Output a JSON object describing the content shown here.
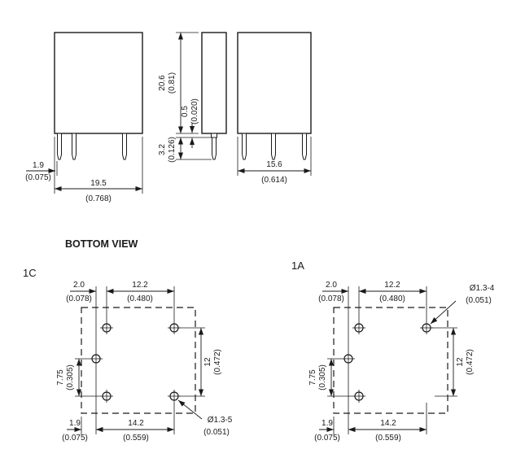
{
  "section_labels": {
    "bottom_view": "BOTTOM VIEW",
    "variant_1c": "1C",
    "variant_1a": "1A"
  },
  "front_view": {
    "pin_offset_mm": "1.9",
    "pin_offset_in": "(0.075)",
    "width_mm": "19.5",
    "width_in": "(0.768)"
  },
  "side_view": {
    "height_mm": "20.6",
    "height_in": "(0.81)",
    "standoff_mm": "0.5",
    "standoff_in": "(0.020)",
    "pin_len_mm": "3.2",
    "pin_len_in": "(0.126)",
    "depth_mm": "15.6",
    "depth_in": "(0.614)"
  },
  "bottom_1c": {
    "offset_mm": "2.0",
    "offset_in": "(0.078)",
    "pitch_mm": "12.2",
    "pitch_in": "(0.480)",
    "row_mm": "7.75",
    "row_in": "(0.305)",
    "col_mm": "12",
    "col_in": "(0.472)",
    "edge_mm": "1.9",
    "edge_in": "(0.075)",
    "span_mm": "14.2",
    "span_in": "(0.559)",
    "hole_label": "Ø1.3-5",
    "hole_in": "(0.051)"
  },
  "bottom_1a": {
    "offset_mm": "2.0",
    "offset_in": "(0.078)",
    "pitch_mm": "12.2",
    "pitch_in": "(0.480)",
    "row_mm": "7.75",
    "row_in": "(0.305)",
    "col_mm": "12",
    "col_in": "(0.472)",
    "edge_mm": "1.9",
    "edge_in": "(0.075)",
    "span_mm": "14.2",
    "span_in": "(0.559)",
    "hole_label": "Ø1.3-4",
    "hole_in": "(0.051)"
  },
  "colors": {
    "line": "#1a1a1a",
    "background": "#ffffff"
  }
}
